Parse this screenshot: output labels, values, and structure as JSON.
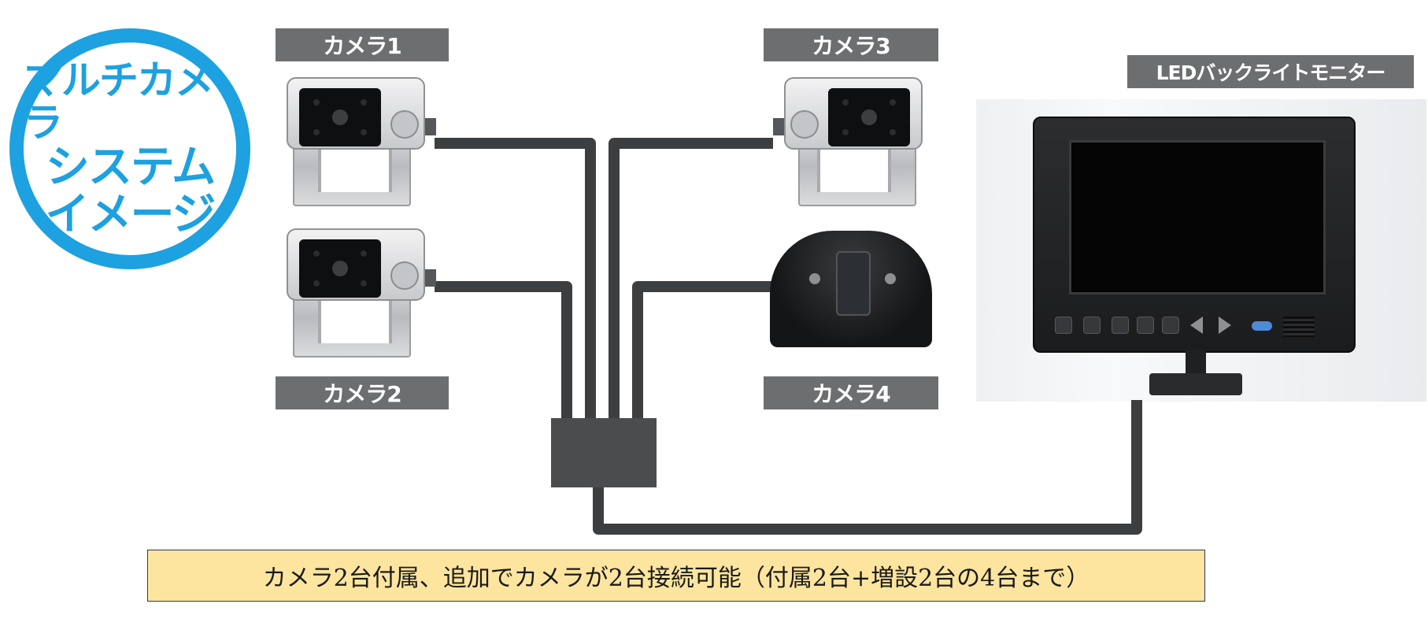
{
  "badge": {
    "line1": "マルチカメラ",
    "line2": "システム",
    "line3": "イメージ"
  },
  "labels": {
    "camera1": "カメラ1",
    "camera2": "カメラ2",
    "camera3": "カメラ3",
    "camera4": "カメラ4",
    "monitor": "LEDバックライトモニター"
  },
  "caption": "カメラ2台付属、追加でカメラが2台接続可能（付属2台+増設2台の4台まで）",
  "colors": {
    "badge_blue": "#1da1e0",
    "label_gray": "#6d6e70",
    "cable_dark": "#3d3e40",
    "caption_bg": "#fde59f",
    "caption_border": "#233b6e"
  }
}
